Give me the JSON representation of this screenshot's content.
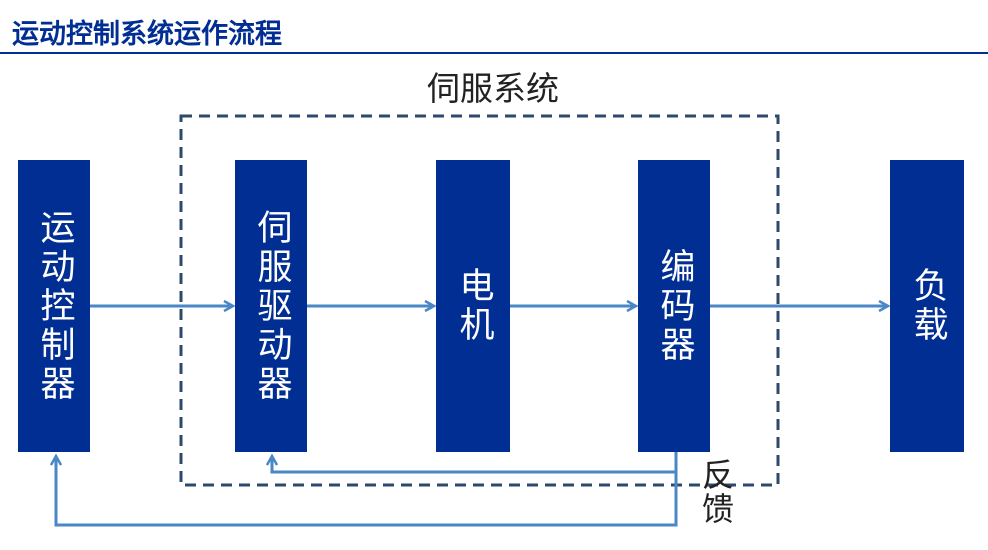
{
  "header": {
    "title": "运动控制系统运作流程"
  },
  "servo_system": {
    "label": "伺服系统"
  },
  "blocks": [
    {
      "id": "controller",
      "label": "运动控制器"
    },
    {
      "id": "servo-driver",
      "label": "伺服驱动器"
    },
    {
      "id": "motor",
      "label": "电机"
    },
    {
      "id": "encoder",
      "label": "编码器"
    },
    {
      "id": "load",
      "label": "负载"
    }
  ],
  "feedback": {
    "label": "反馈"
  },
  "colors": {
    "block": "#002e93",
    "arrow": "#4a87c6",
    "dashed_border": "#2d4a6b",
    "title": "#002e93"
  }
}
